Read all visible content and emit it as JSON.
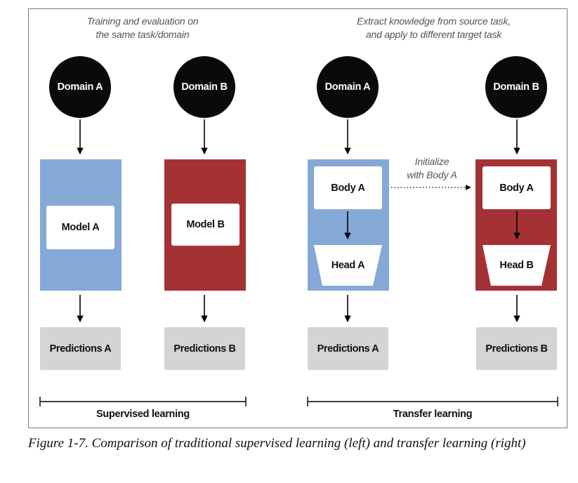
{
  "headers": {
    "left": {
      "line1": "Training and evaluation on",
      "line2": "the same task/domain"
    },
    "right": {
      "line1": "Extract knowledge from source task,",
      "line2": "and apply to  different target task"
    }
  },
  "supervised": {
    "domain_a": "Domain A",
    "domain_b": "Domain B",
    "model_a": "Model A",
    "model_b": "Model B",
    "pred_a": "Predictions A",
    "pred_b": "Predictions B",
    "label": "Supervised learning"
  },
  "transfer": {
    "domain_a": "Domain A",
    "domain_b": "Domain B",
    "body_a": "Body A",
    "head_a": "Head A",
    "body_a_target": "Body A",
    "head_b": "Head B",
    "pred_a": "Predictions A",
    "pred_b": "Predictions B",
    "initialize_line1": "Initialize",
    "initialize_line2": "with Body A",
    "label": "Transfer learning"
  },
  "caption": "Figure 1-7. Comparison of traditional supervised learning (left) and transfer learning (right)",
  "colors": {
    "blue_panel": "#85a9d6",
    "red_panel": "#a43234",
    "prediction_box": "#d4d4d4",
    "domain_circle": "#0a0a0a"
  }
}
